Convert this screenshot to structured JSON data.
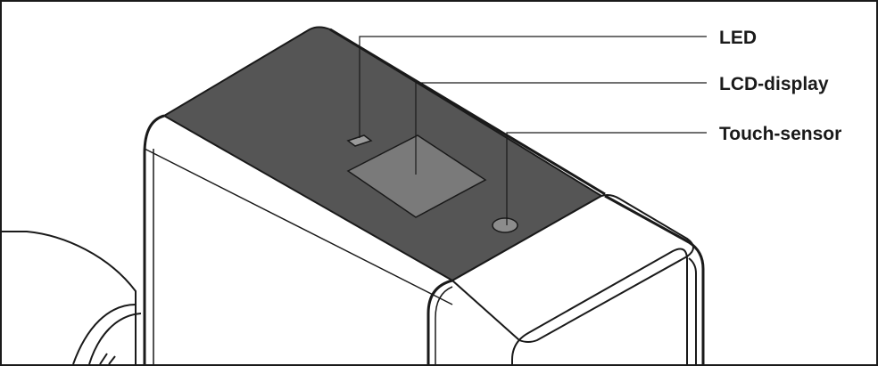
{
  "diagram": {
    "colors": {
      "outline": "#1a1a1a",
      "top_panel": "#555555",
      "lcd": "#7a7a7a",
      "led": "#9a9a9a",
      "touch_sensor": "#8c8c8c",
      "body": "#ffffff"
    },
    "callouts": [
      {
        "id": "led",
        "label": "LED"
      },
      {
        "id": "lcd",
        "label": "LCD-display"
      },
      {
        "id": "touch",
        "label": "Touch-sensor"
      }
    ]
  }
}
